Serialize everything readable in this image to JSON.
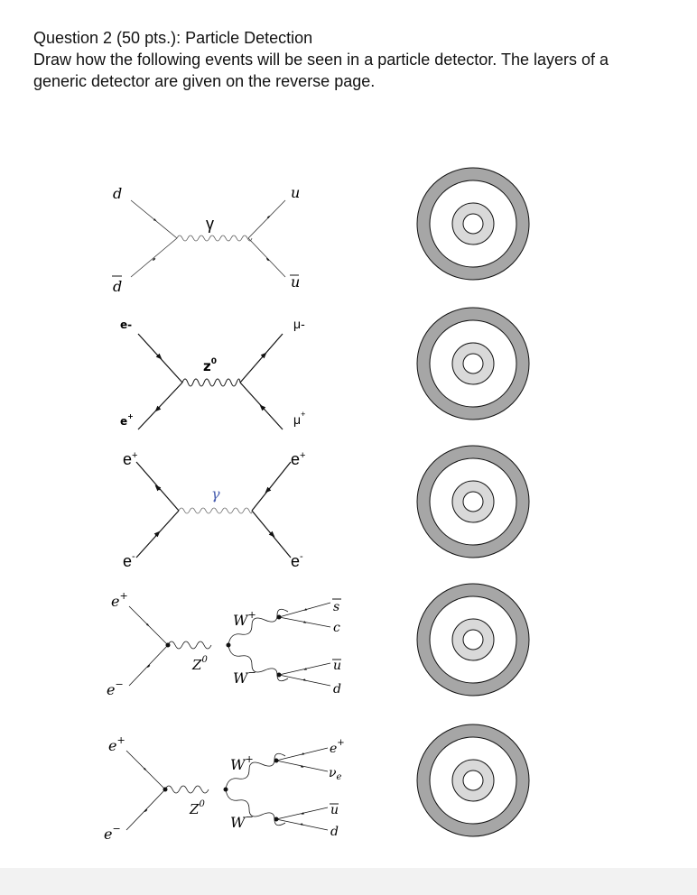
{
  "header": {
    "title": "Question 2 (50 pts.): Particle Detection",
    "instructions_line1": "Draw how the following events will be seen in a particle detector. The layers of a",
    "instructions_line2": "generic detector are given on the reverse page."
  },
  "diagrams": [
    {
      "in_top": "d",
      "in_bottom": "d",
      "mediator": "γ",
      "out_top": "u",
      "out_bottom": "u"
    },
    {
      "in_top": "e-",
      "in_bottom": "e",
      "in_bottom_sup": "+",
      "mediator": "z",
      "mediator_sup": "0",
      "out_top": "μ-",
      "out_bottom": "μ",
      "out_bottom_sup": "+"
    },
    {
      "in_top": "e",
      "in_top_sup": "+",
      "in_bottom": "e",
      "in_bottom_sup": "-",
      "mediator": "γ",
      "out_top": "e",
      "out_top_sup": "+",
      "out_bottom": "e",
      "out_bottom_sup": "-"
    },
    {
      "in_top": "e",
      "in_top_sup": "+",
      "in_bottom": "e",
      "in_bottom_sup": "−",
      "mediator": "Z",
      "mediator_sup": "0",
      "w_top": "W",
      "w_top_sup": "+",
      "w_bottom": "W",
      "w_bottom_sup": "−",
      "prod_1": "s",
      "prod_2": "c",
      "prod_3": "u",
      "prod_4": "d"
    },
    {
      "in_top": "e",
      "in_top_sup": "+",
      "in_bottom": "e",
      "in_bottom_sup": "−",
      "mediator": "Z",
      "mediator_sup": "0",
      "w_top": "W",
      "w_top_sup": "+",
      "w_bottom": "W",
      "w_bottom_sup": "−",
      "prod_1": "e",
      "prod_1_sup": "+",
      "prod_2": "ν",
      "prod_2_sub": "e",
      "prod_3": "u",
      "prod_4": "d"
    }
  ],
  "colors": {
    "outer_ring": "#a6a6a6",
    "inner_ring": "#d9d9d9",
    "photon_blue": "#4a5fb0"
  }
}
